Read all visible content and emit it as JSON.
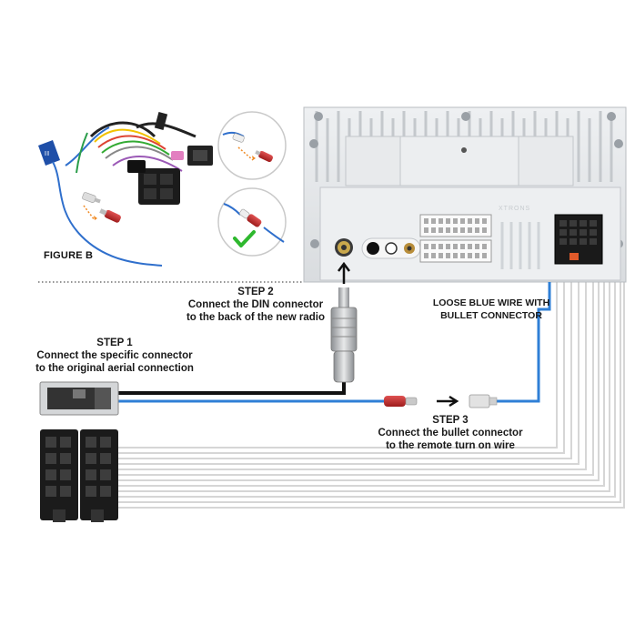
{
  "figure_label": "FIGURE B",
  "brand": "XTRONS",
  "steps": [
    {
      "title": "STEP 1",
      "line1": "Connect the specific connector",
      "line2": "to the original aerial connection"
    },
    {
      "title": "STEP 2",
      "line1": "Connect the DIN connector",
      "line2": "to the back of the new radio"
    },
    {
      "title": "STEP 3",
      "line1": "Connect the bullet connector",
      "line2": "to the remote turn on wire"
    }
  ],
  "loose_wire_label": {
    "line1": "LOOSE BLUE WIRE WITH",
    "line2": "BULLET CONNECTOR"
  },
  "colors": {
    "blue_wire": "#2f7fd6",
    "black_cable": "#111111",
    "harness_wire": "#d9d9d9",
    "radio_body": "#e4e6e8",
    "connector_red": "#c62828",
    "check_green": "#2eb82e"
  },
  "icons": [
    "check-icon",
    "arrow-right-icon",
    "arrow-up-icon"
  ]
}
